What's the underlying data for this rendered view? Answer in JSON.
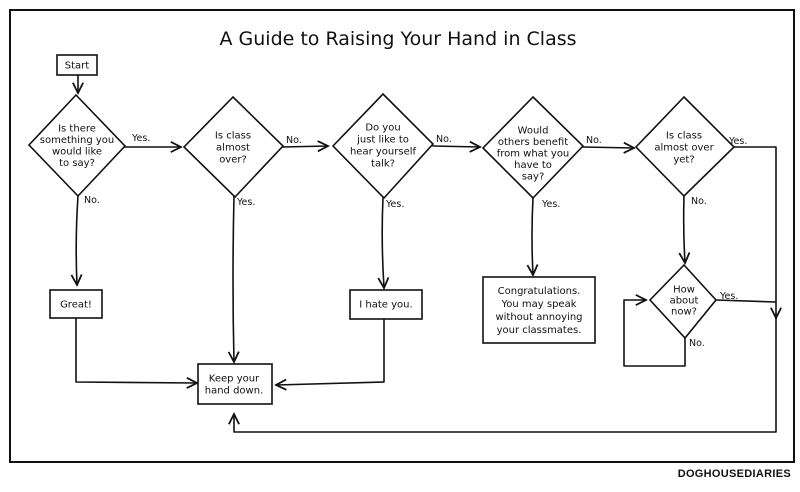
{
  "title": "A Guide to Raising Your Hand in Class",
  "credit": "DOGHOUSEDIARIES",
  "nodes": {
    "start": {
      "lines": [
        "Start"
      ]
    },
    "q_something": {
      "lines": [
        "Is there",
        "something you",
        "would like",
        "to say?"
      ]
    },
    "q_almost_over": {
      "lines": [
        "Is class",
        "almost",
        "over?"
      ]
    },
    "q_hear_yourself": {
      "lines": [
        "Do you",
        "just like to",
        "hear yourself",
        "talk?"
      ]
    },
    "q_others_benefit": {
      "lines": [
        "Would",
        "others benefit",
        "from what you",
        "have to",
        "say?"
      ]
    },
    "q_almost_over_yet": {
      "lines": [
        "Is class",
        "almost over",
        "yet?"
      ]
    },
    "q_how_about_now": {
      "lines": [
        "How",
        "about",
        "now?"
      ]
    },
    "great": {
      "lines": [
        "Great!"
      ]
    },
    "keep_hand_down": {
      "lines": [
        "Keep your",
        "hand down."
      ]
    },
    "hate_you": {
      "lines": [
        "I hate you."
      ]
    },
    "congrats": {
      "lines": [
        "Congratulations.",
        "You may speak",
        "without annoying",
        "your classmates."
      ]
    }
  },
  "edge_labels": {
    "yes": "Yes.",
    "no": "No."
  }
}
